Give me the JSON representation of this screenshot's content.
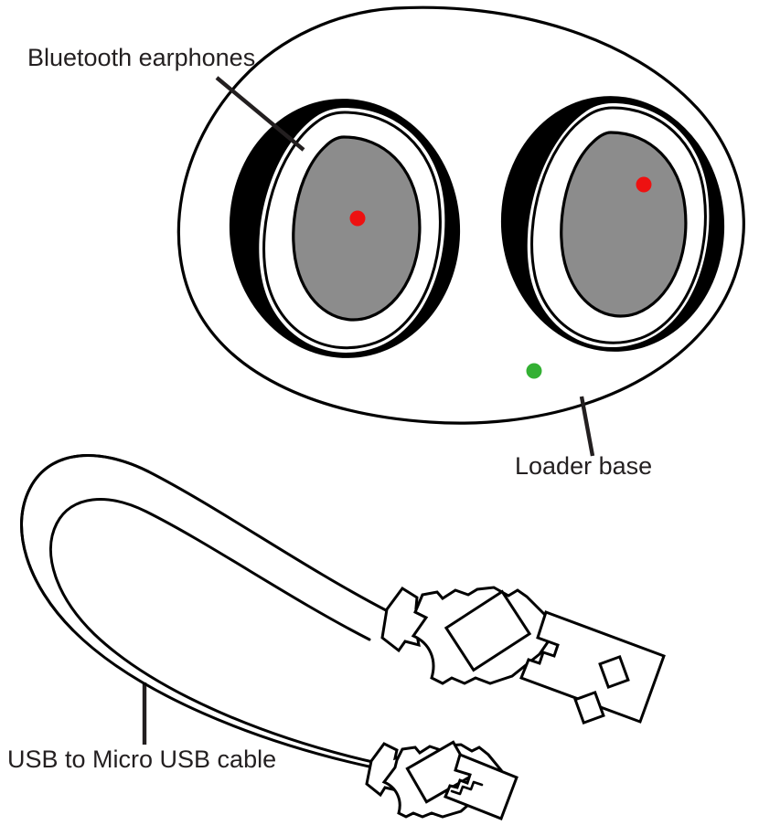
{
  "diagram": {
    "title": "Bluetooth earphones package contents",
    "background_color": "#ffffff",
    "line_color": "#000000",
    "text_color": "#231f20",
    "labels": {
      "earphones": "Bluetooth earphones",
      "loader_base": "Loader base",
      "usb_cable": "USB to Micro USB cable"
    },
    "parts": {
      "case": {
        "name": "Loader base",
        "shape": "tilted oval charging case",
        "fill": "#ffffff",
        "outline": "#000000"
      },
      "earbud_left": {
        "name": "left earbud",
        "socket_fill": "#000000",
        "body_fill": "#8c8c8c",
        "led_color": "#ee1111"
      },
      "earbud_right": {
        "name": "right earbud",
        "socket_fill": "#000000",
        "body_fill": "#8c8c8c",
        "led_color": "#ee1111"
      },
      "status_led": {
        "name": "charging status LED",
        "color": "#33b033"
      },
      "cable": {
        "name": "USB to Micro USB cable",
        "connector_a": "USB Type-A",
        "connector_b": "Micro USB"
      }
    }
  }
}
